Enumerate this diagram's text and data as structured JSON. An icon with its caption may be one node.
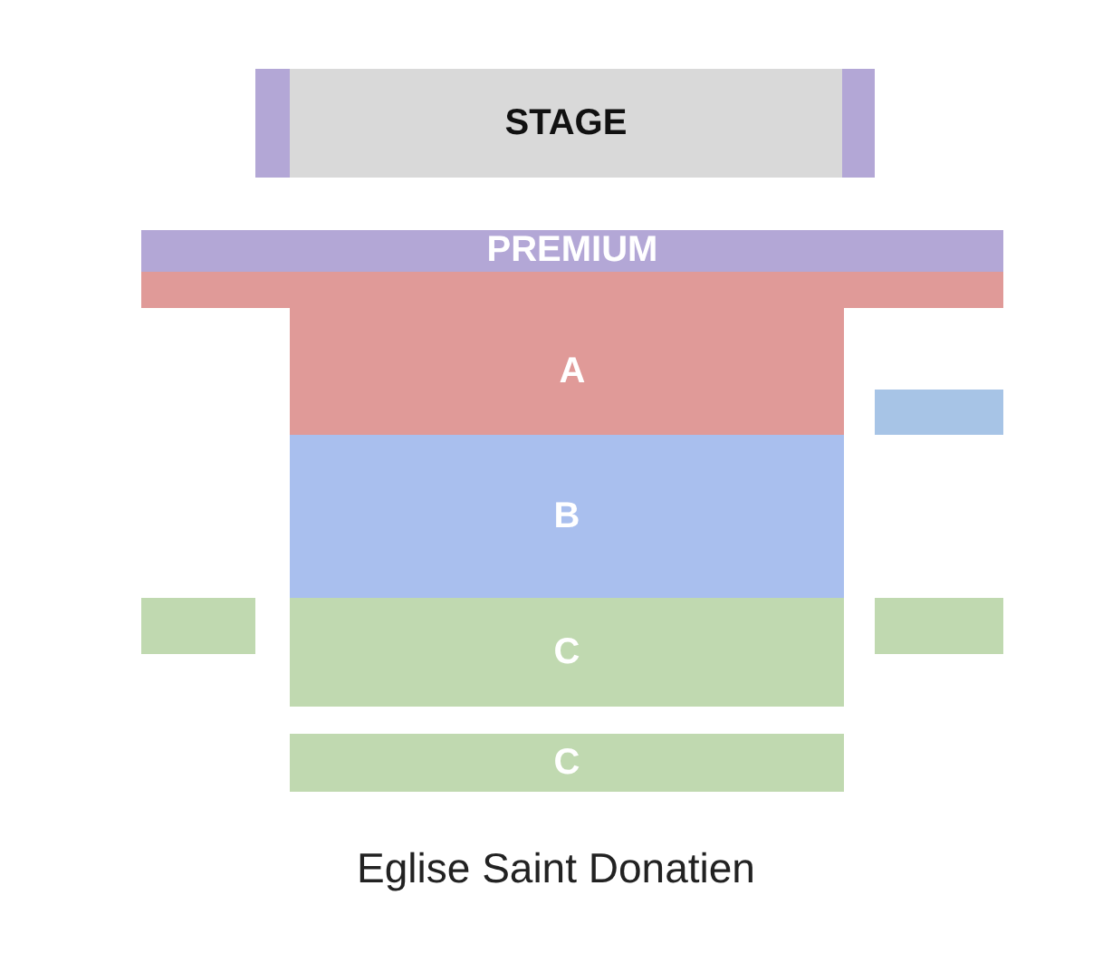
{
  "diagram": {
    "caption": "Eglise Saint Donatien",
    "nodes": [
      {
        "text": [],
        "shape": "box"
      },
      {
        "text": [
          "STAGE"
        ]
      },
      {
        "text": [],
        "shape": "box"
      },
      {
        "text": [
          "PREMIUM"
        ]
      },
      {
        "text": [
          "A"
        ]
      },
      {
        "text": [],
        "shape": "box"
      },
      {
        "text": [
          "B"
        ]
      },
      {
        "text": [],
        "shape": "box"
      },
      {
        "text": [
          "C"
        ]
      },
      {
        "text": [],
        "shape": "box"
      },
      {
        "text": [
          "C"
        ]
      }
    ]
  }
}
